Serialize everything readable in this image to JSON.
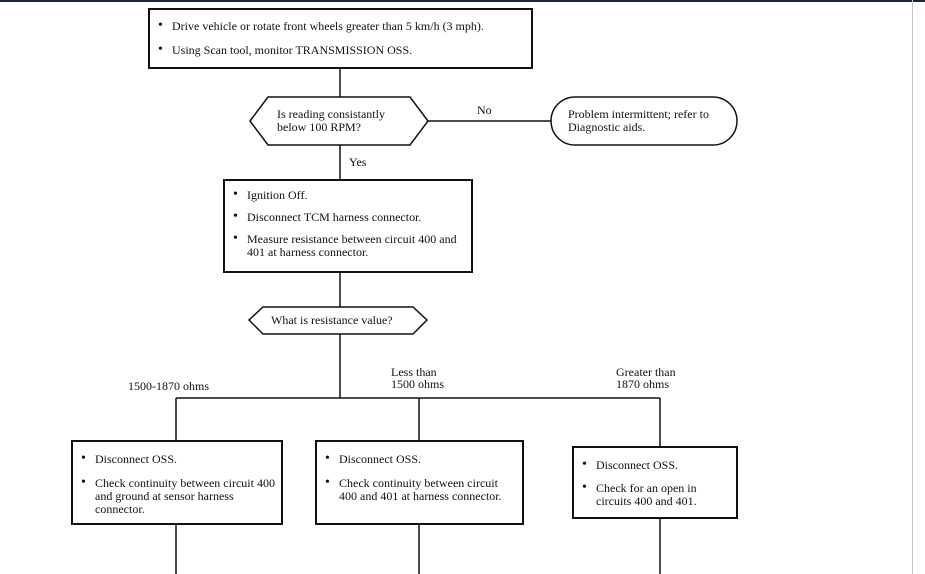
{
  "box_start": {
    "items": [
      "Drive vehicle or rotate front wheels greater than 5 km/h (3 mph).",
      "Using Scan tool, monitor TRANSMISSION OSS."
    ]
  },
  "decision_reading": {
    "line1": "Is reading consistantly",
    "line2": "below 100 RPM?"
  },
  "branch_no": "No",
  "branch_yes": "Yes",
  "terminal_intermittent": {
    "line1": "Problem intermittent; refer to",
    "line2": "Diagnostic aids."
  },
  "box_ignition": {
    "items": [
      "Ignition Off.",
      "Disconnect TCM harness connector.",
      "Measure resistance between circuit 400 and 401 at harness connector."
    ]
  },
  "decision_resistance": {
    "text": "What is resistance value?"
  },
  "branch_labels": {
    "left": "1500-1870 ohms",
    "middle": "Less than\n1500 ohms",
    "right": "Greater than\n1870 ohms"
  },
  "box_left": {
    "items": [
      "Disconnect OSS.",
      "Check continuity between circuit 400 and ground at sensor harness connector."
    ]
  },
  "box_middle": {
    "items": [
      "Disconnect OSS.",
      "Check continuity between circuit 400 and 401 at harness connector."
    ]
  },
  "box_right": {
    "items": [
      "Disconnect OSS.",
      "Check for an open in circuits 400 and 401."
    ]
  }
}
